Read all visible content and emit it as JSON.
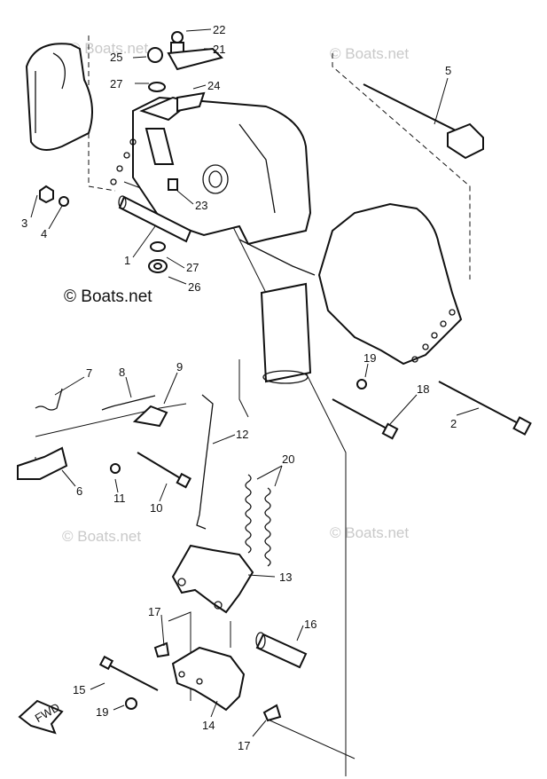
{
  "watermarks": {
    "light": "© Boats.net",
    "dark": "© Boats.net"
  },
  "callouts": [
    {
      "id": "p22",
      "label": "22"
    },
    {
      "id": "p21",
      "label": "21"
    },
    {
      "id": "p25",
      "label": "25"
    },
    {
      "id": "p27a",
      "label": "27"
    },
    {
      "id": "p24",
      "label": "24"
    },
    {
      "id": "p5",
      "label": "5"
    },
    {
      "id": "p3",
      "label": "3"
    },
    {
      "id": "p4",
      "label": "4"
    },
    {
      "id": "p23",
      "label": "23"
    },
    {
      "id": "p1",
      "label": "1"
    },
    {
      "id": "p27b",
      "label": "27"
    },
    {
      "id": "p26",
      "label": "26"
    },
    {
      "id": "p7",
      "label": "7"
    },
    {
      "id": "p8",
      "label": "8"
    },
    {
      "id": "p9",
      "label": "9"
    },
    {
      "id": "p19a",
      "label": "19"
    },
    {
      "id": "p18",
      "label": "18"
    },
    {
      "id": "p2",
      "label": "2"
    },
    {
      "id": "p12",
      "label": "12"
    },
    {
      "id": "p20",
      "label": "20"
    },
    {
      "id": "p6",
      "label": "6"
    },
    {
      "id": "p11",
      "label": "11"
    },
    {
      "id": "p10",
      "label": "10"
    },
    {
      "id": "p13",
      "label": "13"
    },
    {
      "id": "p17a",
      "label": "17"
    },
    {
      "id": "p16",
      "label": "16"
    },
    {
      "id": "p15",
      "label": "15"
    },
    {
      "id": "p19b",
      "label": "19"
    },
    {
      "id": "p14",
      "label": "14"
    },
    {
      "id": "p17b",
      "label": "17"
    }
  ],
  "fwd_badge": "FWD"
}
